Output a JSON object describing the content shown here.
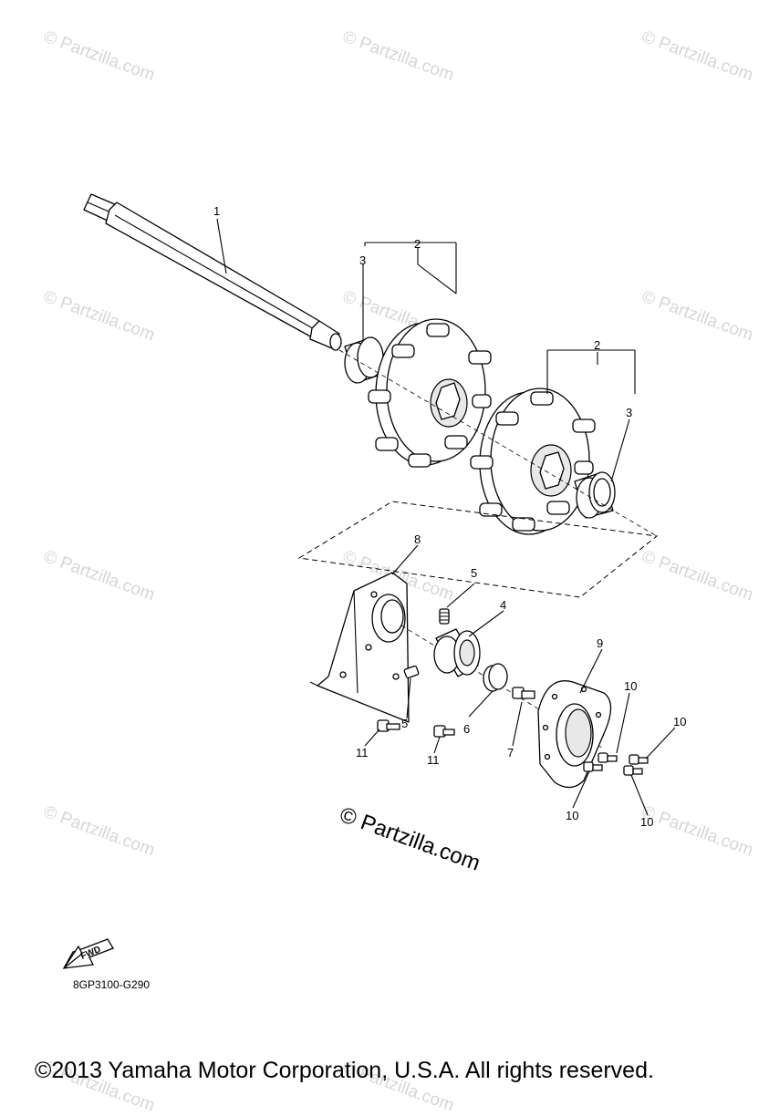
{
  "watermark_small": "© Partzilla.com",
  "watermark_large": "© Partzilla.com",
  "diagram_code": "8GP3100-G290",
  "fwd_label": "FWD",
  "copyright": "©2013 Yamaha Motor Corporation, U.S.A. All rights reserved.",
  "callouts": {
    "c1": "1",
    "c2a": "2",
    "c2b": "2",
    "c3a": "3",
    "c3b": "3",
    "c4": "4",
    "c5a": "5",
    "c5b": "5",
    "c6": "6",
    "c7": "7",
    "c8": "8",
    "c9": "9",
    "c10a": "10",
    "c10b": "10",
    "c10c": "10",
    "c10d": "10",
    "c11a": "11",
    "c11b": "11"
  }
}
